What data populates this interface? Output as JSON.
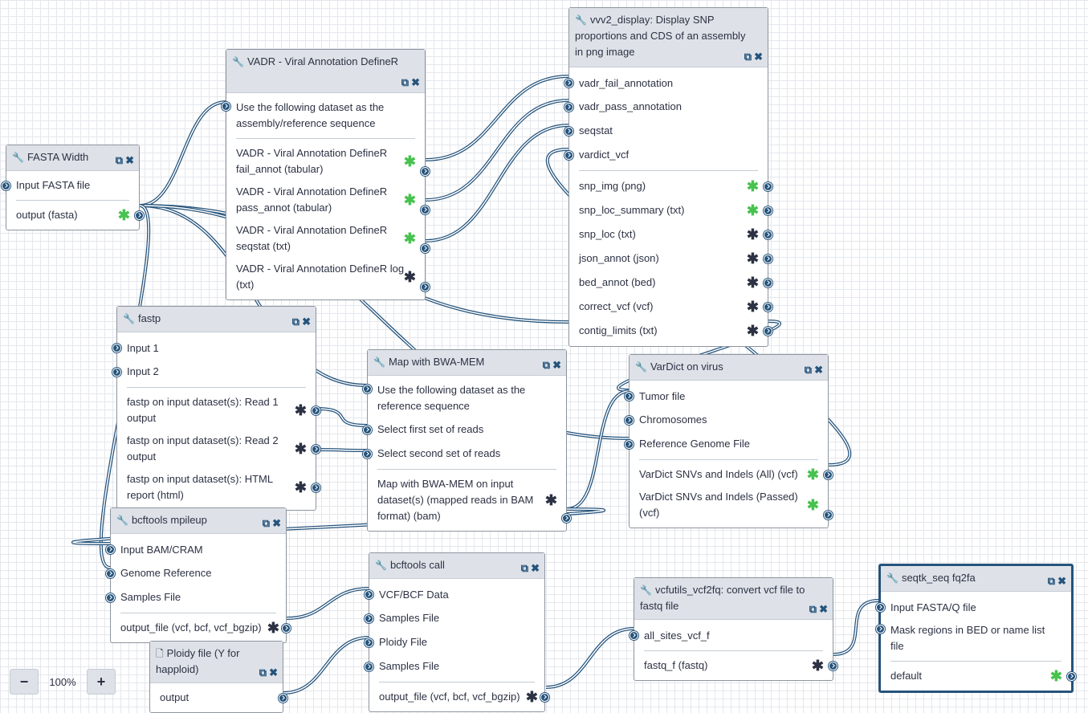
{
  "nodes": {
    "fasta_width": {
      "title": "FASTA Width",
      "inputs": [
        "Input FASTA file"
      ],
      "outputs": [
        "output (fasta)"
      ]
    },
    "vadr": {
      "title": "VADR - Viral Annotation DefineR",
      "inputs": [
        "Use the following dataset as the assembly/reference sequence"
      ],
      "outputs": [
        "VADR - Viral Annotation DefineR fail_annot (tabular)",
        "VADR - Viral Annotation DefineR pass_annot (tabular)",
        "VADR - Viral Annotation DefineR seqstat (txt)",
        "VADR - Viral Annotation DefineR log (txt)"
      ]
    },
    "vvv2": {
      "title": "vvv2_display: Display SNP proportions and CDS of an assembly in png image",
      "inputs": [
        "vadr_fail_annotation",
        "vadr_pass_annotation",
        "seqstat",
        "vardict_vcf"
      ],
      "outputs": [
        "snp_img (png)",
        "snp_loc_summary (txt)",
        "snp_loc (txt)",
        "json_annot (json)",
        "bed_annot (bed)",
        "correct_vcf (vcf)",
        "contig_limits (txt)"
      ]
    },
    "fastp": {
      "title": "fastp",
      "inputs": [
        "Input 1",
        "Input 2"
      ],
      "outputs": [
        "fastp on input dataset(s): Read 1 output",
        "fastp on input dataset(s): Read 2 output",
        "fastp on input dataset(s): HTML report (html)"
      ]
    },
    "bwa": {
      "title": "Map with BWA-MEM",
      "inputs": [
        "Use the following dataset as the reference sequence",
        "Select first set of reads",
        "Select second set of reads"
      ],
      "outputs": [
        "Map with BWA-MEM on input dataset(s) (mapped reads in BAM format) (bam)"
      ]
    },
    "vardict": {
      "title": "VarDict on virus",
      "inputs": [
        "Tumor file",
        "Chromosomes",
        "Reference Genome File"
      ],
      "outputs": [
        "VarDict SNVs and Indels (All) (vcf)",
        "VarDict SNVs and Indels (Passed) (vcf)"
      ]
    },
    "mpileup": {
      "title": "bcftools mpileup",
      "inputs": [
        "Input BAM/CRAM",
        "Genome Reference",
        "Samples File"
      ],
      "outputs": [
        "output_file (vcf, bcf, vcf_bgzip)"
      ]
    },
    "call": {
      "title": "bcftools call",
      "inputs": [
        "VCF/BCF Data",
        "Samples File",
        "Ploidy File",
        "Samples File"
      ],
      "outputs": [
        "output_file (vcf, bcf, vcf_bgzip)"
      ]
    },
    "ploidy": {
      "title": "Ploidy file (Y for happloid)",
      "inputs": [],
      "outputs": [
        "output"
      ]
    },
    "vcf2fq": {
      "title": "vcfutils_vcf2fq: convert vcf file to fastq file",
      "inputs": [
        "all_sites_vcf_f"
      ],
      "outputs": [
        "fastq_f (fastq)"
      ]
    },
    "seqtk": {
      "title": "seqtk_seq fq2fa",
      "inputs": [
        "Input FASTA/Q file",
        "Mask regions in BED or name list file"
      ],
      "outputs": [
        "default"
      ]
    }
  },
  "icons": {
    "tool": "wrench-icon",
    "copy": "copy-icon",
    "delete": "close-icon",
    "input": "file-icon"
  },
  "colors": {
    "node_header": "#dee2e8",
    "terminal": "#25537b",
    "star_green": "#48c24f",
    "star_dark": "#2c3143"
  },
  "zoom": {
    "minus": "−",
    "level": "100%",
    "plus": "+"
  }
}
